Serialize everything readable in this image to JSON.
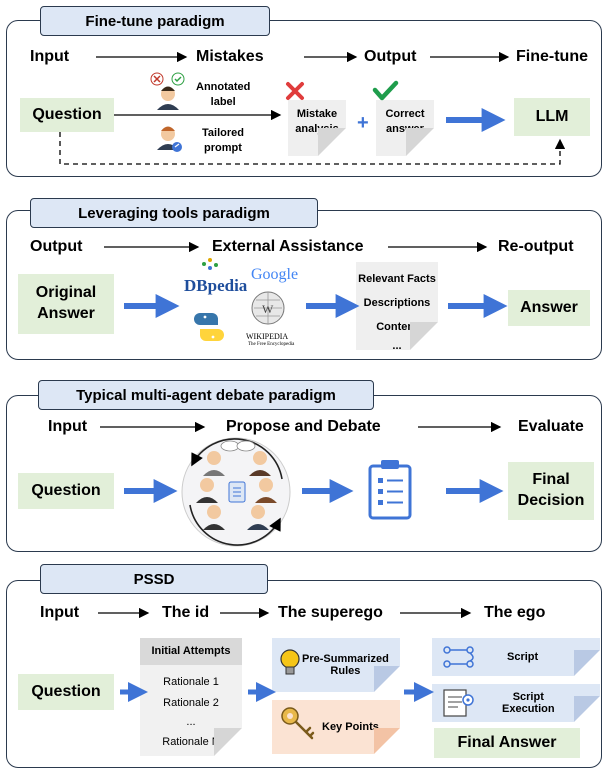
{
  "panel1": {
    "title": "Fine-tune paradigm",
    "headers": [
      "Input",
      "Mistakes",
      "Output",
      "Fine-tune"
    ],
    "question": "Question",
    "annotated": "Annotated\nlabel",
    "tailored": "Tailored\nprompt",
    "mistake_analysis": "Mistake\nanalysis",
    "correct_answer": "Correct\nanswer",
    "plus": "+",
    "llm": "LLM"
  },
  "panel2": {
    "title": "Leveraging tools paradigm",
    "headers": [
      "Output",
      "External Assistance",
      "Re-output"
    ],
    "original_answer": "Original\nAnswer",
    "logo_dbpedia": "DBpedia",
    "logo_google": "Google",
    "logo_wikipedia": "Wikipedia",
    "logo_wikipedia_sub": "The Free Encyclopedia",
    "facts": [
      "Relevant Facts",
      "Descriptions",
      "Content",
      "..."
    ],
    "answer": "Answer"
  },
  "panel3": {
    "title": "Typical multi-agent debate paradigm",
    "headers": [
      "Input",
      "Propose and Debate",
      "Evaluate"
    ],
    "question": "Question",
    "final_decision": "Final\nDecision"
  },
  "panel4": {
    "title": "PSSD",
    "headers": [
      "Input",
      "The id",
      "The superego",
      "The ego"
    ],
    "question": "Question",
    "initial_attempts": "Initial Attempts",
    "rationales": [
      "Rationale 1",
      "Rationale 2",
      "...",
      "Rationale N"
    ],
    "pre_summarized": "Pre-Summarized\nRules",
    "key_points": "Key Points",
    "script": "Script",
    "script_execution": "Script\nExecution",
    "final_answer": "Final Answer"
  },
  "colors": {
    "tab_blue": "#dde7f5",
    "green_box": "#e2efd9",
    "arrow_blue": "#3f74d6",
    "border": "#2b3a4e"
  },
  "icons": [
    "person-icon",
    "cross-icon",
    "check-icon",
    "clipboard-icon",
    "lightbulb-icon",
    "key-icon",
    "flow-icon",
    "script-icon",
    "python-icon",
    "wikipedia-globe-icon"
  ]
}
